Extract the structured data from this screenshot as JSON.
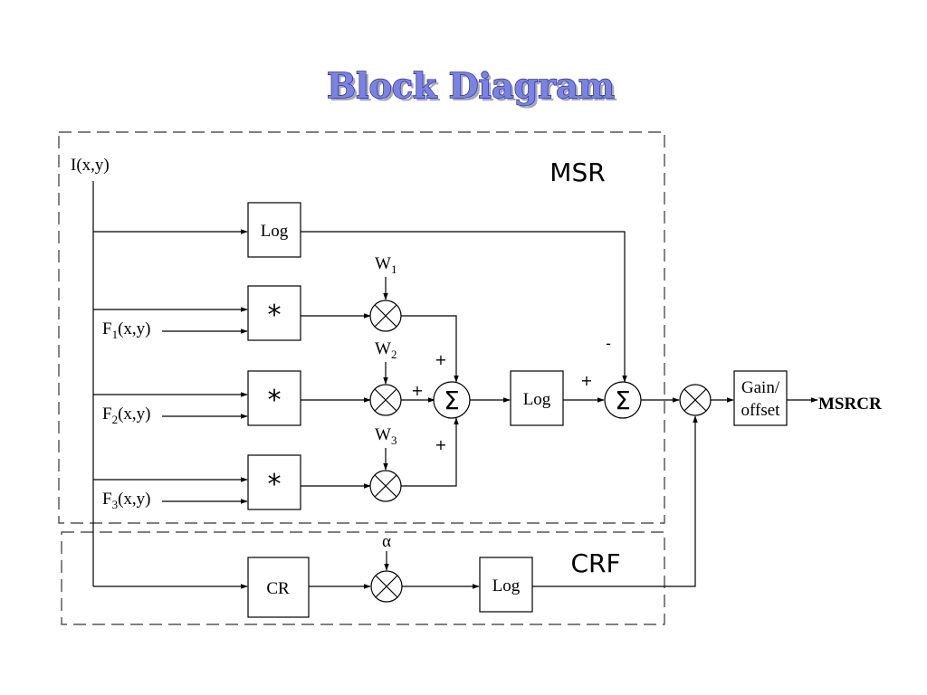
{
  "title": "Block Diagram",
  "regions": {
    "msr": "MSR",
    "crf": "CRF"
  },
  "input": {
    "label": "I(x,y)"
  },
  "output": {
    "label": "MSRCR"
  },
  "blocks": {
    "log_top": "Log",
    "conv": "*",
    "log_mid": "Log",
    "cr": "CR",
    "log_crf": "Log",
    "gain_line1": "Gain/",
    "gain_line2": "offset"
  },
  "filters": [
    {
      "base": "F",
      "sub": "1",
      "rest": "(x,y)"
    },
    {
      "base": "F",
      "sub": "2",
      "rest": "(x,y)"
    },
    {
      "base": "F",
      "sub": "3",
      "rest": "(x,y)"
    }
  ],
  "weights": [
    {
      "base": "W",
      "sub": "1"
    },
    {
      "base": "W",
      "sub": "2"
    },
    {
      "base": "W",
      "sub": "3"
    }
  ],
  "alpha": "α",
  "signs": {
    "plus": "+",
    "minus": "-"
  },
  "sum_symbol": "Σ",
  "mult_symbol": "×"
}
